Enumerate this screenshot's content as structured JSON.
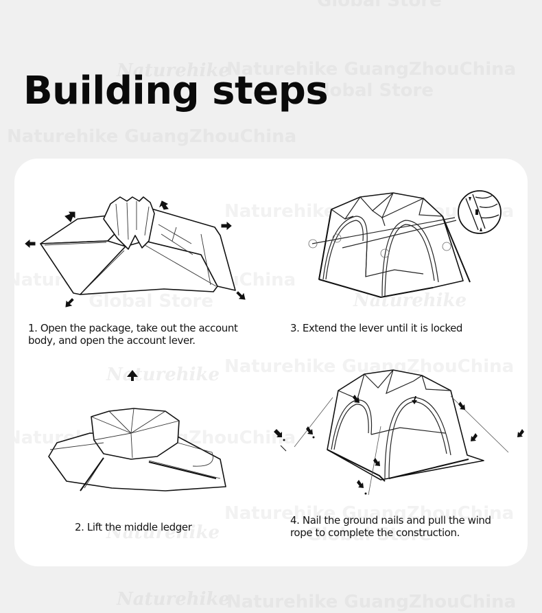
{
  "page": {
    "title": "Building steps"
  },
  "watermark": {
    "line1": "Naturehike GuangZhouChina",
    "line2": "Global Store",
    "logo": "Naturehike"
  },
  "steps": [
    {
      "number": 1,
      "caption": "1. Open the package, take out the account body, and open the account lever.",
      "illustration": "folded-tent-with-outward-arrows"
    },
    {
      "number": 2,
      "caption": "2. Lift the middle ledger",
      "illustration": "tent-center-lifted-up-arrow"
    },
    {
      "number": 3,
      "caption": "3. Extend the lever until it is locked",
      "illustration": "erected-tent-with-lock-detail"
    },
    {
      "number": 4,
      "caption": "4. Nail the ground nails and pull the wind rope to complete the construction.",
      "illustration": "tent-with-stakes-and-guy-ropes"
    }
  ],
  "colors": {
    "background": "#f0f0f0",
    "card": "#ffffff",
    "text": "#0a0a0a",
    "watermark": "#e6e6e6"
  }
}
